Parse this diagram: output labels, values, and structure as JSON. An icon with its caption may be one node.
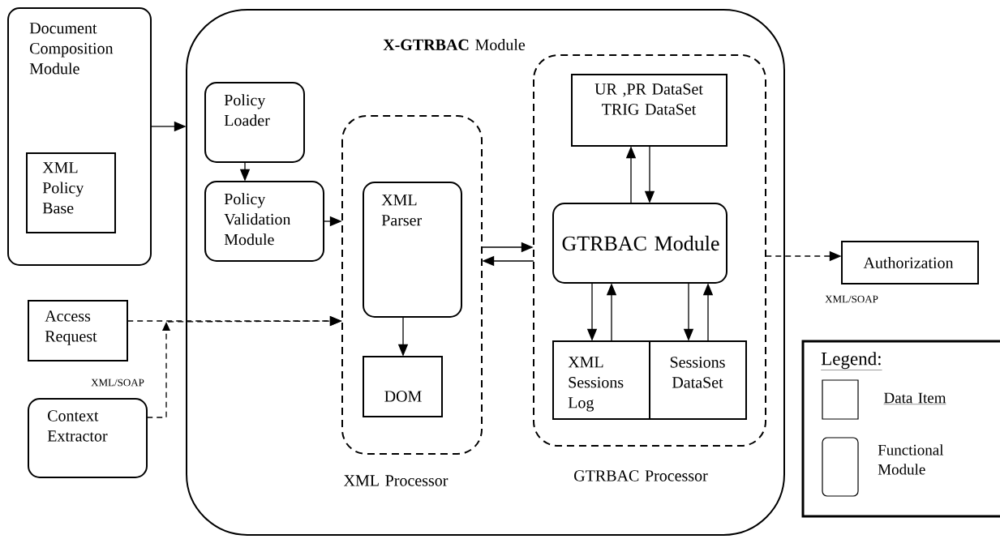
{
  "diagram": {
    "nodes": [
      {
        "text": [
          "Document Composition Module"
        ]
      },
      {
        "text": [
          "XML Policy Base"
        ],
        "in": 0
      },
      {
        "text": [
          "**X-GTRBAC** Module"
        ]
      },
      {
        "text": [
          "Policy Loader"
        ],
        "in": 2
      },
      {
        "text": [
          "Policy Validation Module"
        ],
        "in": 2
      },
      {
        "text": [
          "XML Processor"
        ],
        "in": 2
      },
      {
        "text": [
          "XML Parser"
        ],
        "in": 5
      },
      {
        "text": [
          "DOM"
        ],
        "in": 5
      },
      {
        "text": [
          "GTRBAC Processor"
        ],
        "in": 2
      },
      {
        "text": [
          "UR ,PR DataSet TRIG DataSet"
        ],
        "in": 8
      },
      {
        "text": [
          "GTRBAC Module"
        ],
        "in": 8
      },
      {
        "text": [
          "XML Sessions Log"
        ],
        "in": 8
      },
      {
        "text": [
          "Sessions DataSet"
        ],
        "in": 8
      },
      {
        "text": [
          "Authorization"
        ]
      },
      {
        "text": [
          "Access Request"
        ]
      },
      {
        "text": [
          "Context Extractor"
        ]
      }
    ],
    "edges": [
      {
        "from": 0,
        "to": 2,
        "arrow": "to"
      },
      {
        "from": 3,
        "to": 4,
        "arrow": "to"
      },
      {
        "from": 4,
        "to": 5,
        "arrow": "to"
      },
      {
        "from": 5,
        "to": 8,
        "arrow": "to"
      },
      {
        "from": 8,
        "to": 5,
        "arrow": "to"
      },
      {
        "from": 6,
        "to": 7,
        "arrow": "to"
      },
      {
        "from": 14,
        "to": 5,
        "arrow": "to",
        "style": "dashed"
      },
      {
        "from": 15,
        "to": 5,
        "arrow": "to",
        "style": "dashed"
      },
      {
        "from": 10,
        "to": 9,
        "arrow": "to"
      },
      {
        "from": 9,
        "to": 10,
        "arrow": "to"
      },
      {
        "from": 10,
        "to": 11,
        "arrow": "to"
      },
      {
        "from": 11,
        "to": 10,
        "arrow": "to"
      },
      {
        "from": 10,
        "to": 12,
        "arrow": "to"
      },
      {
        "from": 12,
        "to": 10,
        "arrow": "to"
      },
      {
        "from": 8,
        "to": 13,
        "arrow": "to",
        "style": "dashed"
      }
    ],
    "labels": [
      "XML/SOAP",
      "XML/SOAP",
      "Legend:"
    ],
    "legend": [
      {
        "text": "Data Item"
      },
      {
        "text": "Functional Module"
      }
    ]
  }
}
